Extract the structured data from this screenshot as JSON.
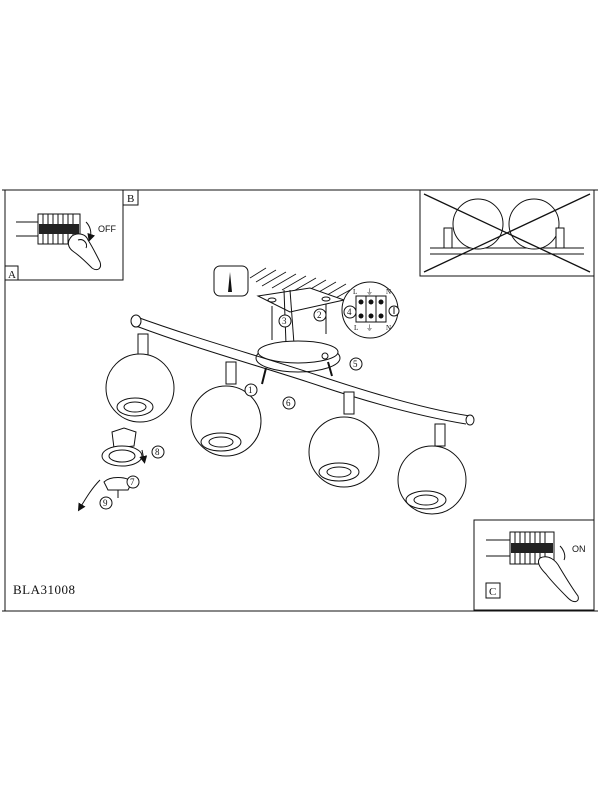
{
  "panels": {
    "a_label": "A",
    "b_label": "B",
    "c_label": "C",
    "off_label": "OFF",
    "on_label": "ON"
  },
  "terminal": {
    "top_left": "L",
    "top_mid": "⏚",
    "top_right": "N",
    "bottom_left": "L",
    "bottom_mid": "⏚",
    "bottom_right": "N"
  },
  "steps": [
    "1",
    "2",
    "3",
    "4",
    "5",
    "6",
    "7",
    "8",
    "9"
  ],
  "model_number": "BLA31008"
}
